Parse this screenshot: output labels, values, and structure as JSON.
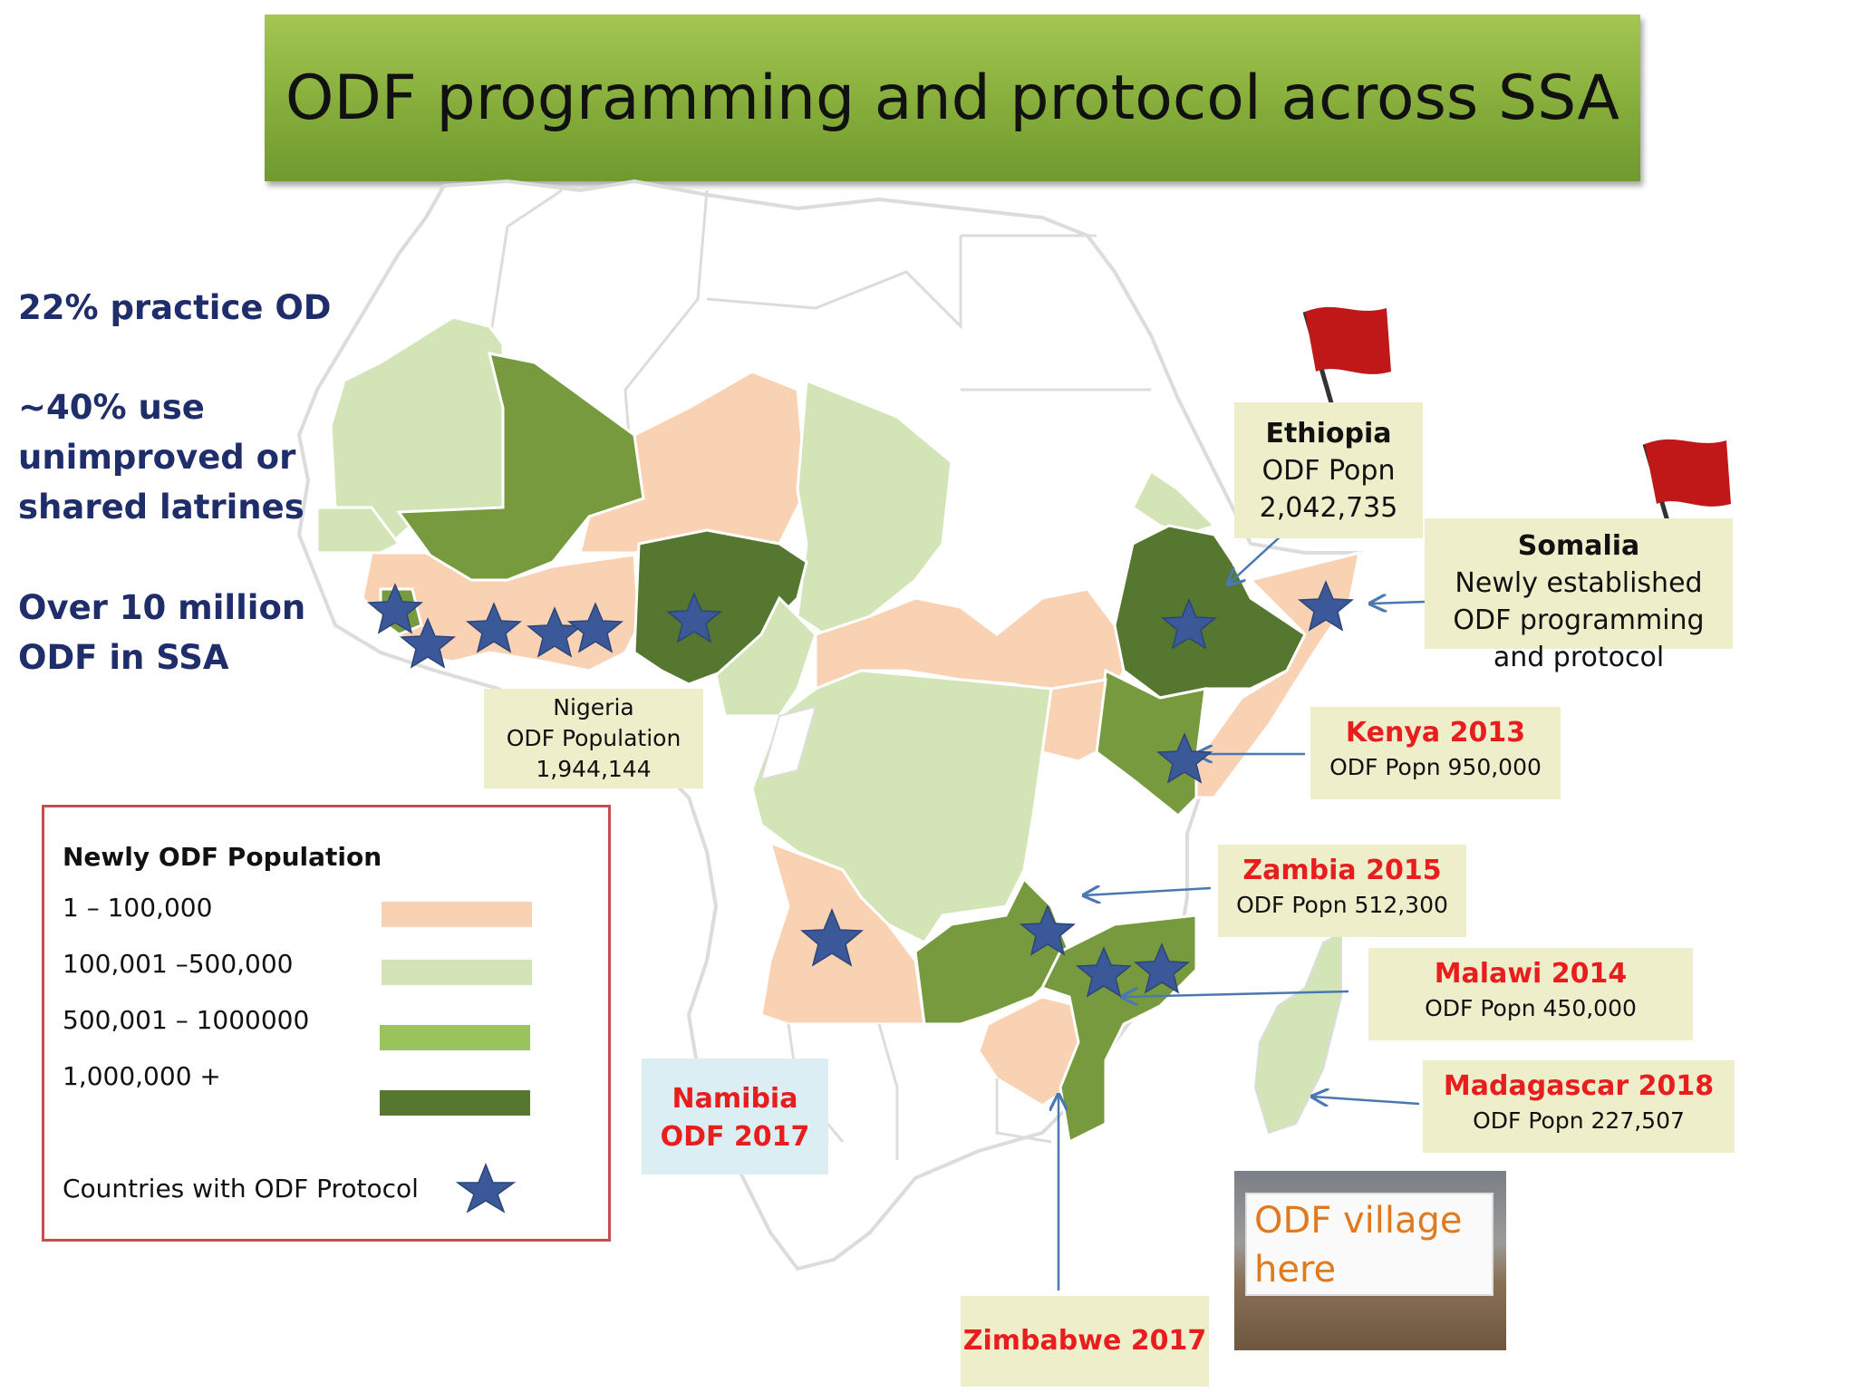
{
  "title": "ODF programming and protocol across SSA",
  "stats": {
    "line1": "22% practice OD",
    "line2a": "~40% use",
    "line2b": "unimproved or",
    "line2c": "shared latrines",
    "line3a": "Over 10 million",
    "line3b": "ODF in SSA"
  },
  "callouts": {
    "ethiopia": {
      "name": "Ethiopia",
      "line1": "ODF Popn",
      "line2": "2,042,735"
    },
    "somalia": {
      "name": "Somalia",
      "line1": "Newly established",
      "line2": "ODF programming",
      "line3": "and protocol"
    },
    "nigeria": {
      "line0": "Nigeria",
      "line1": "ODF Population",
      "line2": "1,944,144"
    },
    "kenya": {
      "name": "Kenya 2013",
      "line1": "ODF Popn 950,000"
    },
    "zambia": {
      "name": "Zambia 2015",
      "line1": "ODF Popn 512,300"
    },
    "malawi": {
      "name": "Malawi 2014",
      "line1": "ODF Popn 450,000"
    },
    "madagascar": {
      "name": "Madagascar 2018",
      "line1": "ODF Popn 227,507"
    },
    "namibia": {
      "line1": "Namibia",
      "line2": "ODF 2017"
    },
    "zimbabwe": {
      "name": "Zimbabwe 2017"
    }
  },
  "legend": {
    "title": "Newly ODF Population",
    "items": [
      {
        "label": "1 – 100,000",
        "color": "#f9d2b4"
      },
      {
        "label": "100,001 –500,000",
        "color": "#d3e4b7"
      },
      {
        "label": "500,001 – 1000000",
        "color": "#9bc35b"
      },
      {
        "label": "1,000,000 +",
        "color": "#55772f"
      }
    ],
    "protocol_label": "Countries with ODF Protocol",
    "protocol_icon": "star-icon"
  },
  "photo": {
    "line1": "ODF village",
    "line2": "here"
  },
  "colors": {
    "peach": "#f9d2b4",
    "light_green": "#d3e4b7",
    "mid_green": "#9bc35b",
    "olive": "#779a3e",
    "dark_green": "#55772f",
    "star": "#3b5998",
    "callout_bg": "#eeeecb",
    "namibia_bg": "#daeef3",
    "text_red": "#e81e1e",
    "text_navy": "#1f2e6b"
  }
}
